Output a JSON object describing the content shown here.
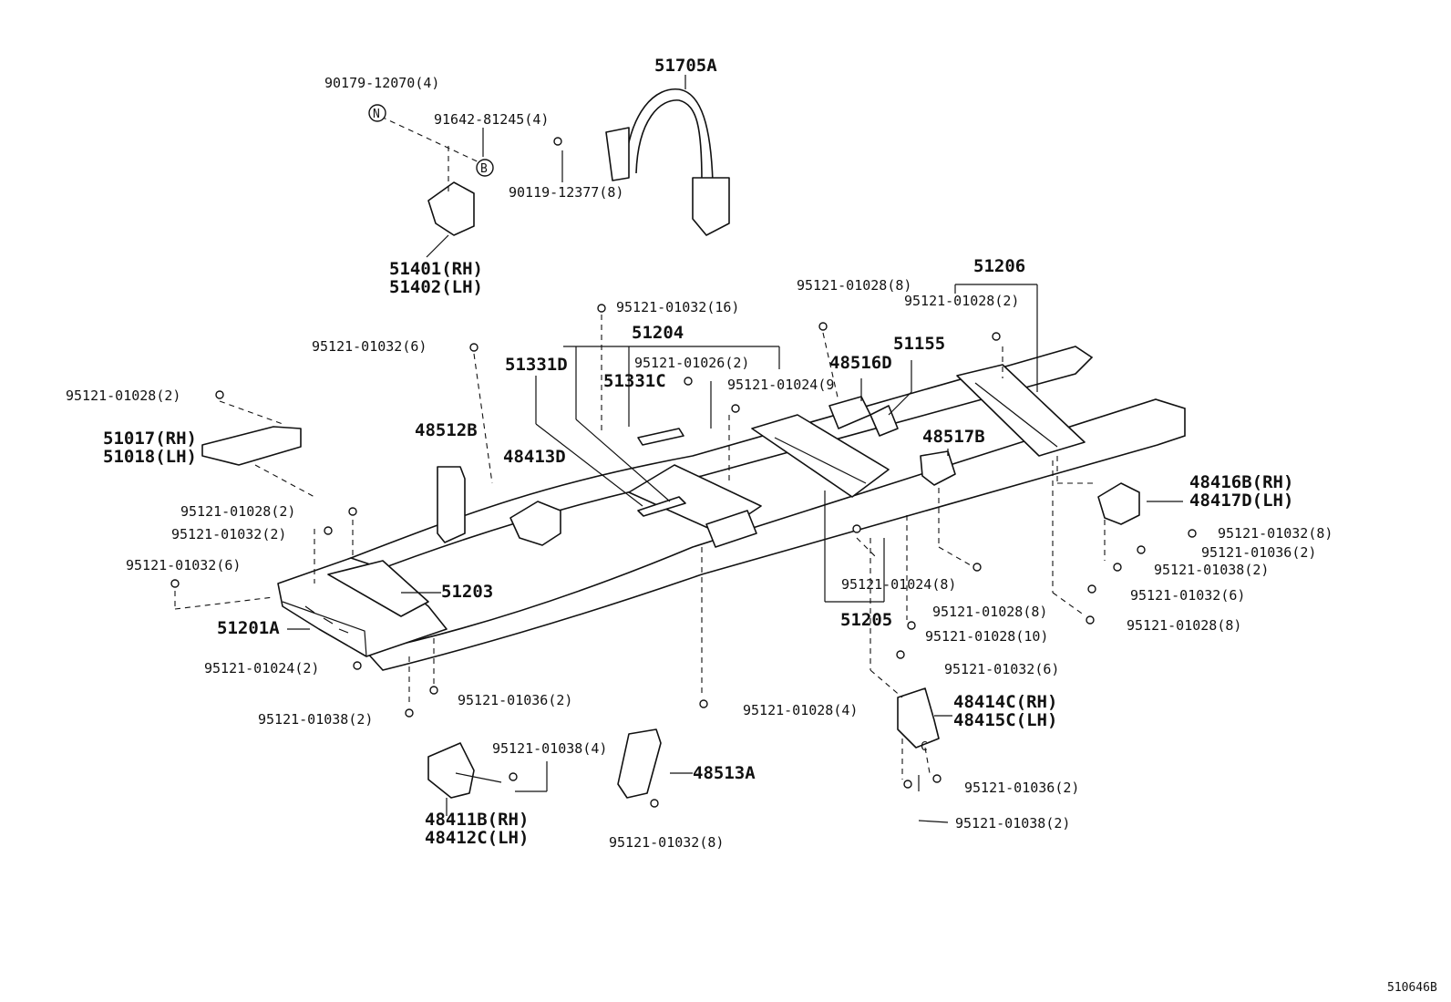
{
  "diagram_code": "510646B",
  "labels": {
    "l51705A": "51705A",
    "l90179": "90179-12070(4)",
    "l91642": "91642-81245(4)",
    "l90119": "90119-12377(8)",
    "l51401": "51401(RH)",
    "l51402": "51402(LH)",
    "l51206": "51206",
    "l28_8_top": "95121-01028(8)",
    "l28_2_top": "95121-01028(2)",
    "l32_16": "95121-01032(16)",
    "l51204": "51204",
    "l26_2": "95121-01026(2)",
    "l32_6_top": "95121-01032(6)",
    "l51331D": "51331D",
    "l51331C": "51331C",
    "l24_9": "95121-01024(9",
    "l48516D": "48516D",
    "l51155": "51155",
    "l28_2_left": "95121-01028(2)",
    "l51017": "51017(RH)",
    "l51018": "51018(LH)",
    "l48512B": "48512B",
    "l48413D": "48413D",
    "l48517B": "48517B",
    "l48416B": "48416B(RH)",
    "l48417D": "48417D(LH)",
    "l28_2_mid": "95121-01028(2)",
    "l32_2": "95121-01032(2)",
    "l32_6_left": "95121-01032(6)",
    "l51203": "51203",
    "l32_8_right": "95121-01032(8)",
    "l36_2_right": "95121-01036(2)",
    "l38_2_right": "95121-01038(2)",
    "l24_8": "95121-01024(8)",
    "l32_6_right": "95121-01032(6)",
    "l28_8_mid": "95121-01028(8)",
    "l28_8_right": "95121-01028(8)",
    "l51201A": "51201A",
    "l51205": "51205",
    "l28_10": "95121-01028(10)",
    "l24_2": "95121-01024(2)",
    "l32_6_low": "95121-01032(6)",
    "l36_2_low": "95121-01036(2)",
    "l28_4": "95121-01028(4)",
    "l38_2_low": "95121-01038(2)",
    "l48414C": "48414C(RH)",
    "l48415C": "48415C(LH)",
    "l38_4": "95121-01038(4)",
    "l48513A": "48513A",
    "l36_2_bot": "95121-01036(2)",
    "l48411B": "48411B(RH)",
    "l48412C": "48412C(LH)",
    "l38_2_bot": "95121-01038(2)",
    "l32_8_bot": "95121-01032(8)"
  },
  "markers": {
    "N": "N",
    "B": "B",
    "C": "C"
  }
}
